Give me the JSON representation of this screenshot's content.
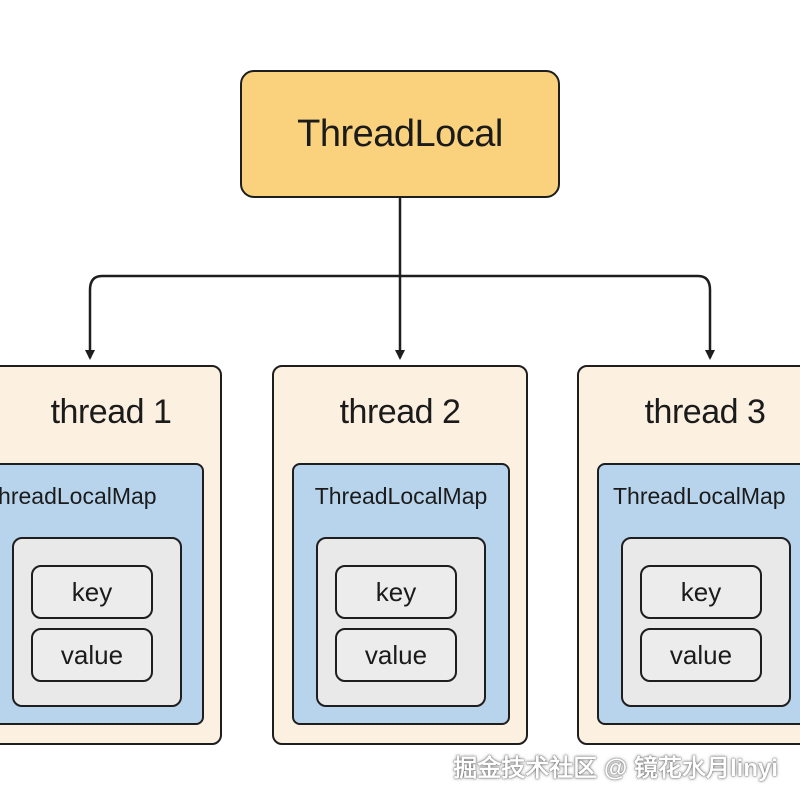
{
  "root": {
    "label": "ThreadLocal"
  },
  "threads": [
    {
      "label": "thread 1",
      "map_label": "ThreadLocalMap",
      "key_label": "key",
      "value_label": "value"
    },
    {
      "label": "thread 2",
      "map_label": "ThreadLocalMap",
      "key_label": "key",
      "value_label": "value"
    },
    {
      "label": "thread 3",
      "map_label": "ThreadLocalMap",
      "key_label": "key",
      "value_label": "value"
    }
  ],
  "watermark": {
    "text": "掘金技术社区 @ 镜花水月linyi"
  },
  "colors": {
    "root_fill": "#fad27d",
    "thread_fill": "#fcf0e0",
    "map_fill": "#b7d4ec",
    "entry_fill": "#e9e9ea",
    "stroke": "#1e1e1e"
  }
}
